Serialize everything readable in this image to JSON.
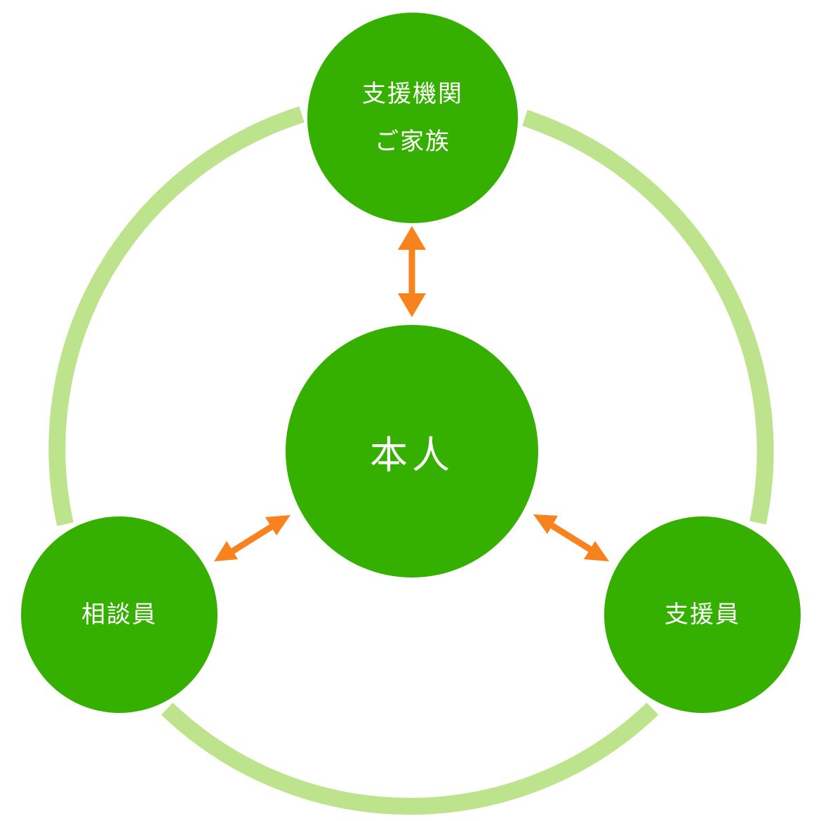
{
  "colors": {
    "ring": "#bde38c",
    "node": "#36b000",
    "arrow": "#f7821e",
    "text": "#ffffff"
  },
  "nodes": {
    "center": {
      "lines": [
        "本人"
      ]
    },
    "top": {
      "lines": [
        "支援機関",
        "ご家族"
      ]
    },
    "left": {
      "lines": [
        "相談員"
      ]
    },
    "right": {
      "lines": [
        "支援員"
      ]
    }
  }
}
